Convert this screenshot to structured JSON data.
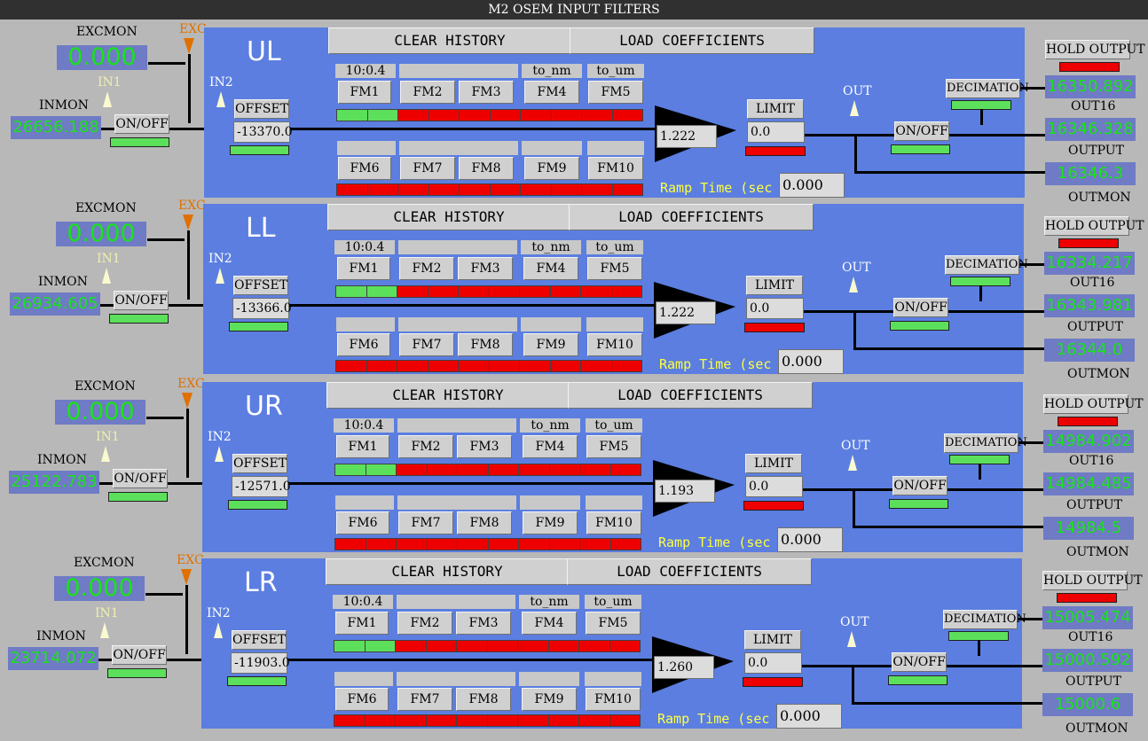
{
  "window": {
    "title": "M2 OSEM INPUT FILTERS"
  },
  "labels": {
    "excmon": "EXCMON",
    "inmon": "INMON",
    "exc": "EXC",
    "in1": "IN1",
    "in2": "IN2",
    "out": "OUT",
    "onoff": "ON/OFF",
    "offset": "OFFSET",
    "limit": "LIMIT",
    "clear_history": "CLEAR HISTORY",
    "load_coefficients": "LOAD COEFFICIENTS",
    "hold_output": "HOLD OUTPUT",
    "decimation": "DECIMATION",
    "out16": "OUT16",
    "output": "OUTPUT",
    "outmon": "OUTMON",
    "ramp_time": "Ramp Time (sec",
    "fm": [
      "FM1",
      "FM2",
      "FM3",
      "FM4",
      "FM5",
      "FM6",
      "FM7",
      "FM8",
      "FM9",
      "FM10"
    ],
    "fm_names_top": [
      "10:0.4",
      "",
      "",
      "to_nm",
      "to_um"
    ],
    "fm_names_bottom": [
      "",
      "",
      "",
      "",
      ""
    ]
  },
  "colors": {
    "panel": "#5b7ee0",
    "on": "#5ce05c",
    "off": "#ee0000",
    "readout_text": "#18e418",
    "readout_bg": "#6f7bc4"
  },
  "channels": [
    {
      "name": "UL",
      "excmon": "0.000",
      "inmon": "26656.188",
      "offset": "-13370.0",
      "gain": "1.222",
      "limit": "0.0",
      "ramp": "0.000",
      "out16": "16350.892",
      "output": "16346.328",
      "outmon": "16346.3"
    },
    {
      "name": "LL",
      "excmon": "0.000",
      "inmon": "26934.605",
      "offset": "-13366.0",
      "gain": "1.222",
      "limit": "0.0",
      "ramp": "0.000",
      "out16": "16334.217",
      "output": "16343.981",
      "outmon": "16344.0"
    },
    {
      "name": "UR",
      "excmon": "0.000",
      "inmon": "25122.783",
      "offset": "-12571.0",
      "gain": "1.193",
      "limit": "0.0",
      "ramp": "0.000",
      "out16": "14984.902",
      "output": "14984.485",
      "outmon": "14984.5"
    },
    {
      "name": "LR",
      "excmon": "0.000",
      "inmon": "23714.072",
      "offset": "-11903.0",
      "gain": "1.260",
      "limit": "0.0",
      "ramp": "0.000",
      "out16": "15005.474",
      "output": "15000.592",
      "outmon": "15000.6"
    }
  ]
}
